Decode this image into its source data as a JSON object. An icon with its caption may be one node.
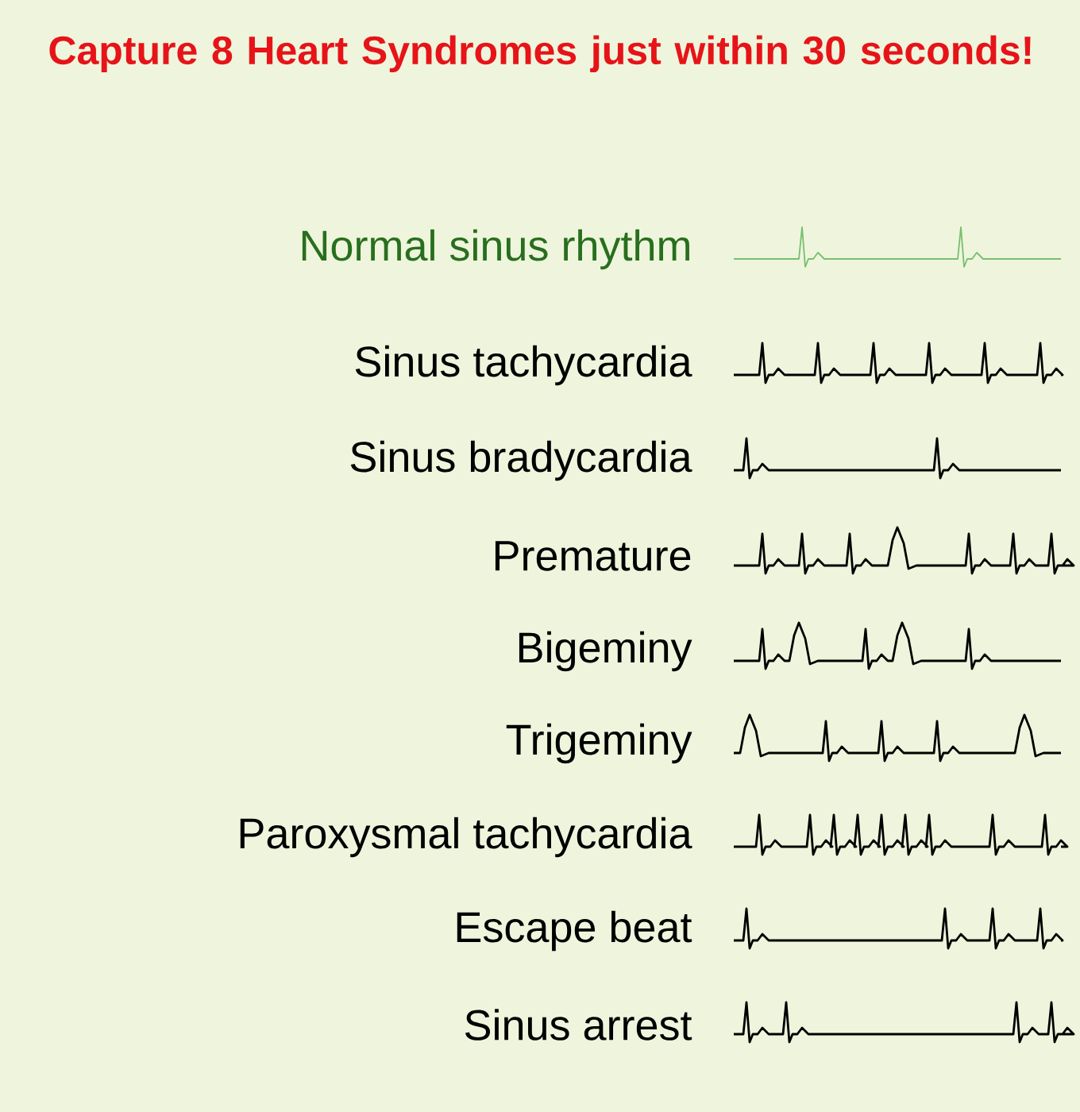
{
  "diagram": {
    "title": "Capture 8 Heart Syndromes just within 30 seconds!",
    "labels": [
      "Normal sinus rhythm",
      "Sinus tachycardia",
      "Sinus bradycardia",
      "Premature",
      "Bigeminy",
      "Trigeminy",
      "Paroxysmal tachycardia",
      "Escape beat",
      "Sinus arrest"
    ]
  }
}
